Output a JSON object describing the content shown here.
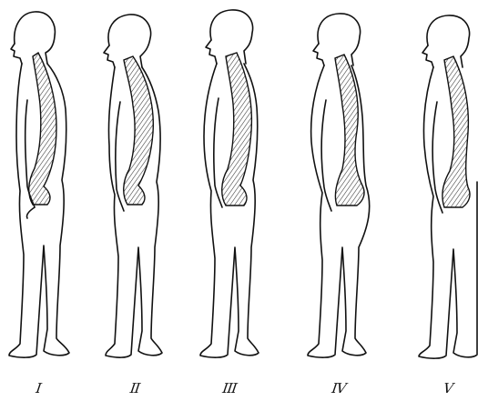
{
  "figures": [
    {
      "label": "I"
    },
    {
      "label": "II"
    },
    {
      "label": "III"
    },
    {
      "label": "IV"
    },
    {
      "label": "V"
    }
  ],
  "colors": {
    "line": "#111111",
    "hatch": "#333333",
    "background": "#ffffff"
  }
}
